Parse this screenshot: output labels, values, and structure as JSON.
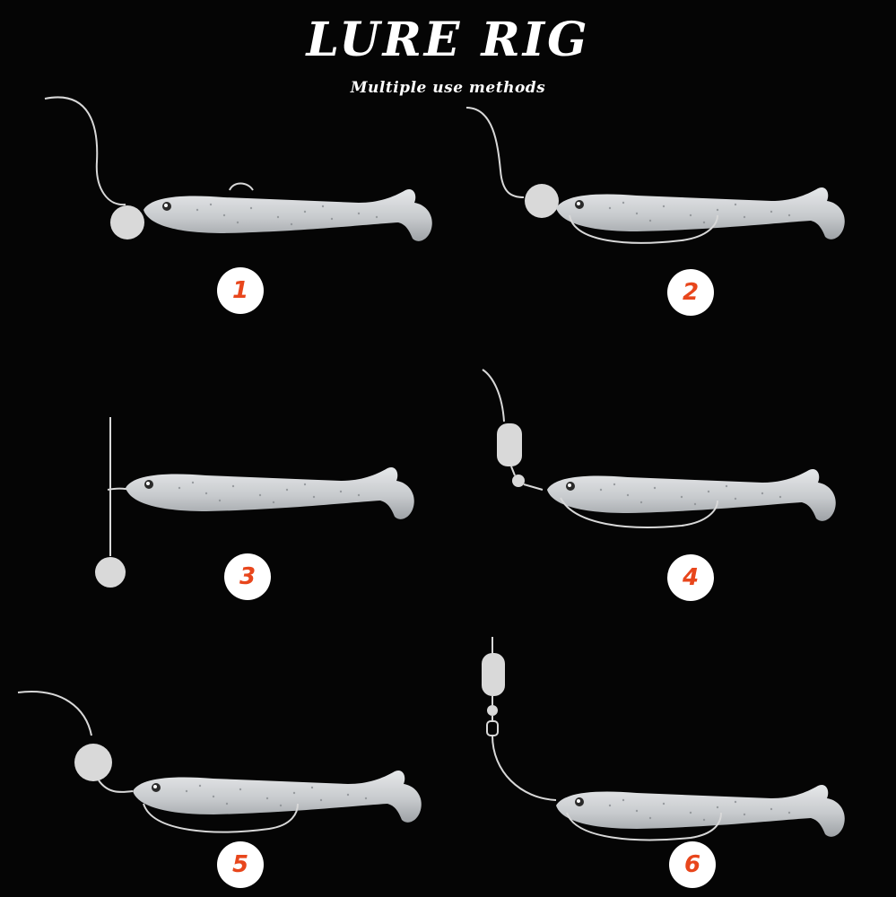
{
  "header": {
    "title": "LURE RIG",
    "subtitle": "Multiple use methods"
  },
  "rigs": [
    {
      "label": "1"
    },
    {
      "label": "2"
    },
    {
      "label": "3"
    },
    {
      "label": "4"
    },
    {
      "label": "5"
    },
    {
      "label": "6"
    }
  ],
  "colors": {
    "background": "#050505",
    "text": "#ffffff",
    "badge_number": "#e8461c",
    "lure_body": "#c9ccd0",
    "line": "#d8d8d8"
  },
  "icon_names": [
    "fishing-line-icon",
    "jig-head-icon",
    "soft-lure-icon",
    "hook-icon",
    "bullet-weight-icon",
    "swivel-icon",
    "bead-icon"
  ]
}
